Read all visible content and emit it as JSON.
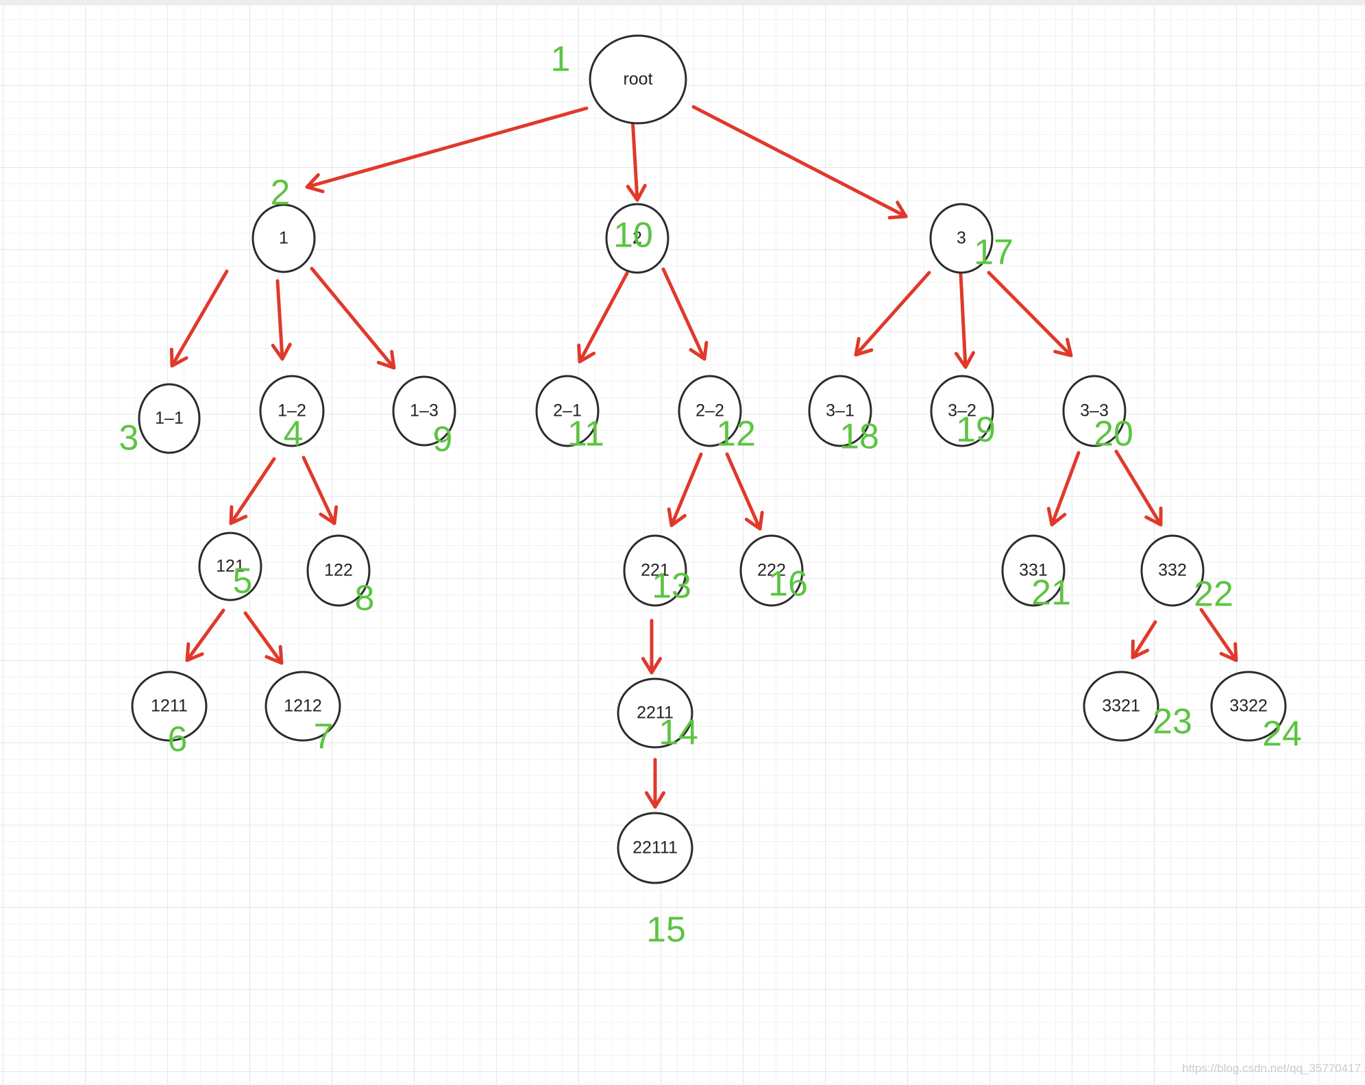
{
  "nodes": [
    {
      "id": "root",
      "label": "root",
      "order": "1"
    },
    {
      "id": "n1",
      "label": "1",
      "order": "2"
    },
    {
      "id": "n1-1",
      "label": "1–1",
      "order": "3"
    },
    {
      "id": "n1-2",
      "label": "1–2",
      "order": "4"
    },
    {
      "id": "n121",
      "label": "121",
      "order": "5"
    },
    {
      "id": "n1211",
      "label": "1211",
      "order": "6"
    },
    {
      "id": "n1212",
      "label": "1212",
      "order": "7"
    },
    {
      "id": "n122",
      "label": "122",
      "order": "8"
    },
    {
      "id": "n1-3",
      "label": "1–3",
      "order": "9"
    },
    {
      "id": "n2",
      "label": "2",
      "order": "10"
    },
    {
      "id": "n2-1",
      "label": "2–1",
      "order": "11"
    },
    {
      "id": "n2-2",
      "label": "2–2",
      "order": "12"
    },
    {
      "id": "n221",
      "label": "221",
      "order": "13"
    },
    {
      "id": "n2211",
      "label": "2211",
      "order": "14"
    },
    {
      "id": "n22111",
      "label": "22111",
      "order": "15"
    },
    {
      "id": "n222",
      "label": "222",
      "order": "16"
    },
    {
      "id": "n3",
      "label": "3",
      "order": "17"
    },
    {
      "id": "n3-1",
      "label": "3–1",
      "order": "18"
    },
    {
      "id": "n3-2",
      "label": "3–2",
      "order": "19"
    },
    {
      "id": "n3-3",
      "label": "3–3",
      "order": "20"
    },
    {
      "id": "n331",
      "label": "331",
      "order": "21"
    },
    {
      "id": "n332",
      "label": "332",
      "order": "22"
    },
    {
      "id": "n3321",
      "label": "3321",
      "order": "23"
    },
    {
      "id": "n3322",
      "label": "3322",
      "order": "24"
    }
  ],
  "edges": [
    {
      "from": "root",
      "to": "n1"
    },
    {
      "from": "root",
      "to": "n2"
    },
    {
      "from": "root",
      "to": "n3"
    },
    {
      "from": "n1",
      "to": "n1-1"
    },
    {
      "from": "n1",
      "to": "n1-2"
    },
    {
      "from": "n1",
      "to": "n1-3"
    },
    {
      "from": "n1-2",
      "to": "n121"
    },
    {
      "from": "n1-2",
      "to": "n122"
    },
    {
      "from": "n121",
      "to": "n1211"
    },
    {
      "from": "n121",
      "to": "n1212"
    },
    {
      "from": "n2",
      "to": "n2-1"
    },
    {
      "from": "n2",
      "to": "n2-2"
    },
    {
      "from": "n2-2",
      "to": "n221"
    },
    {
      "from": "n2-2",
      "to": "n222"
    },
    {
      "from": "n221",
      "to": "n2211"
    },
    {
      "from": "n2211",
      "to": "n22111"
    },
    {
      "from": "n3",
      "to": "n3-1"
    },
    {
      "from": "n3",
      "to": "n3-2"
    },
    {
      "from": "n3",
      "to": "n3-3"
    },
    {
      "from": "n3-3",
      "to": "n331"
    },
    {
      "from": "n3-3",
      "to": "n332"
    },
    {
      "from": "n332",
      "to": "n3321"
    },
    {
      "from": "n332",
      "to": "n3322"
    }
  ],
  "colors": {
    "arrow": "#e0392b",
    "order_number": "#5cc442",
    "node_stroke": "#2b2b2b",
    "grid": "#e3e6ea"
  },
  "watermark": "https://blog.csdn.net/qq_35770417"
}
